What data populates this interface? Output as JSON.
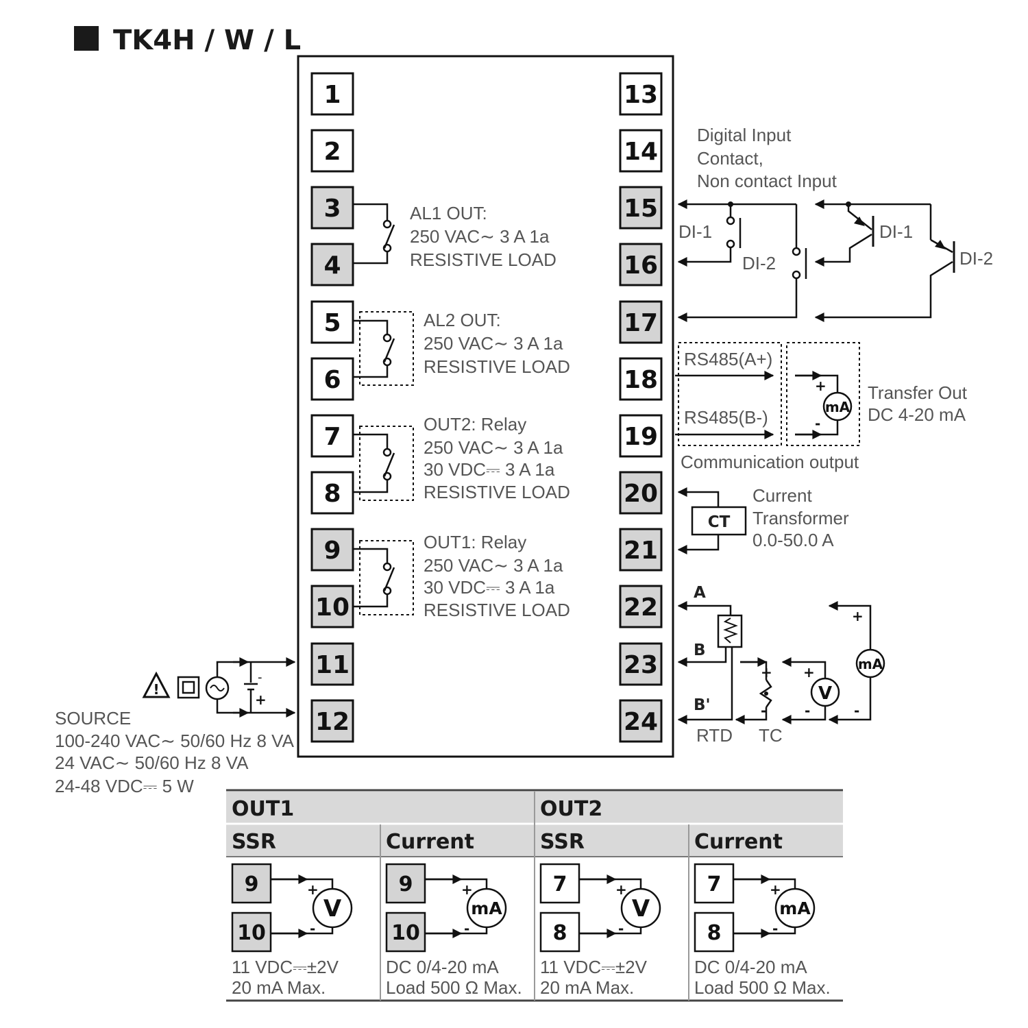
{
  "title": "TK4H / W / L",
  "terminals": [
    "1",
    "2",
    "3",
    "4",
    "5",
    "6",
    "7",
    "8",
    "9",
    "10",
    "11",
    "12",
    "13",
    "14",
    "15",
    "16",
    "17",
    "18",
    "19",
    "20",
    "21",
    "22",
    "23",
    "24"
  ],
  "al1": {
    "l1": "AL1 OUT:",
    "l2": "250 VAC∼ 3 A 1a",
    "l3": "RESISTIVE LOAD"
  },
  "al2": {
    "l1": "AL2 OUT:",
    "l2": "250 VAC∼ 3 A 1a",
    "l3": "RESISTIVE LOAD"
  },
  "out2": {
    "l1": "OUT2: Relay",
    "l2": "250 VAC∼ 3 A 1a",
    "l3": "30 VDC⎓ 3 A 1a",
    "l4": "RESISTIVE LOAD"
  },
  "out1": {
    "l1": "OUT1: Relay",
    "l2": "250 VAC∼ 3 A 1a",
    "l3": "30 VDC⎓ 3 A 1a",
    "l4": "RESISTIVE LOAD"
  },
  "source": {
    "l1": "SOURCE",
    "l2": "100-240 VAC∼ 50/60 Hz 8 VA",
    "l3": "24 VAC∼ 50/60 Hz 8 VA",
    "l4": "24-48 VDC⎓ 5 W"
  },
  "digital": {
    "l1": "Digital Input",
    "l2": "Contact,",
    "l3": "Non contact Input",
    "di1": "DI-1",
    "di2": "DI-2"
  },
  "comm": {
    "a": "RS485(A+)",
    "b": "RS485(B-)",
    "label": "Communication output"
  },
  "transfer": {
    "l1": "Transfer Out",
    "l2": "DC 4-20 mA",
    "meter": "mA"
  },
  "ct": {
    "box": "CT",
    "l1": "Current",
    "l2": "Transformer",
    "l3": "0.0-50.0 A"
  },
  "input": {
    "a": "A",
    "b": "B",
    "bp": "B'",
    "rtd": "RTD",
    "tc": "TC",
    "v": "V",
    "ma": "mA",
    "plus": "+",
    "minus": "-"
  },
  "table": {
    "groups": [
      "OUT1",
      "OUT2"
    ],
    "cols": [
      {
        "head": "SSR",
        "t1": "9",
        "t2": "10",
        "meter": "V",
        "note1": "11 VDC⎓±2V",
        "note2": "20 mA Max."
      },
      {
        "head": "Current",
        "t1": "9",
        "t2": "10",
        "meter": "mA",
        "note1": "DC 0/4-20 mA",
        "note2": "Load 500 Ω Max."
      },
      {
        "head": "SSR",
        "t1": "7",
        "t2": "8",
        "meter": "V",
        "note1": "11 VDC⎓±2V",
        "note2": "20 mA Max."
      },
      {
        "head": "Current",
        "t1": "7",
        "t2": "8",
        "meter": "mA",
        "note1": "DC 0/4-20 mA",
        "note2": "Load 500 Ω Max."
      }
    ]
  },
  "colors": {
    "shaded_terminal": "#d4d4d4",
    "table_header": "#d9d9d9"
  }
}
